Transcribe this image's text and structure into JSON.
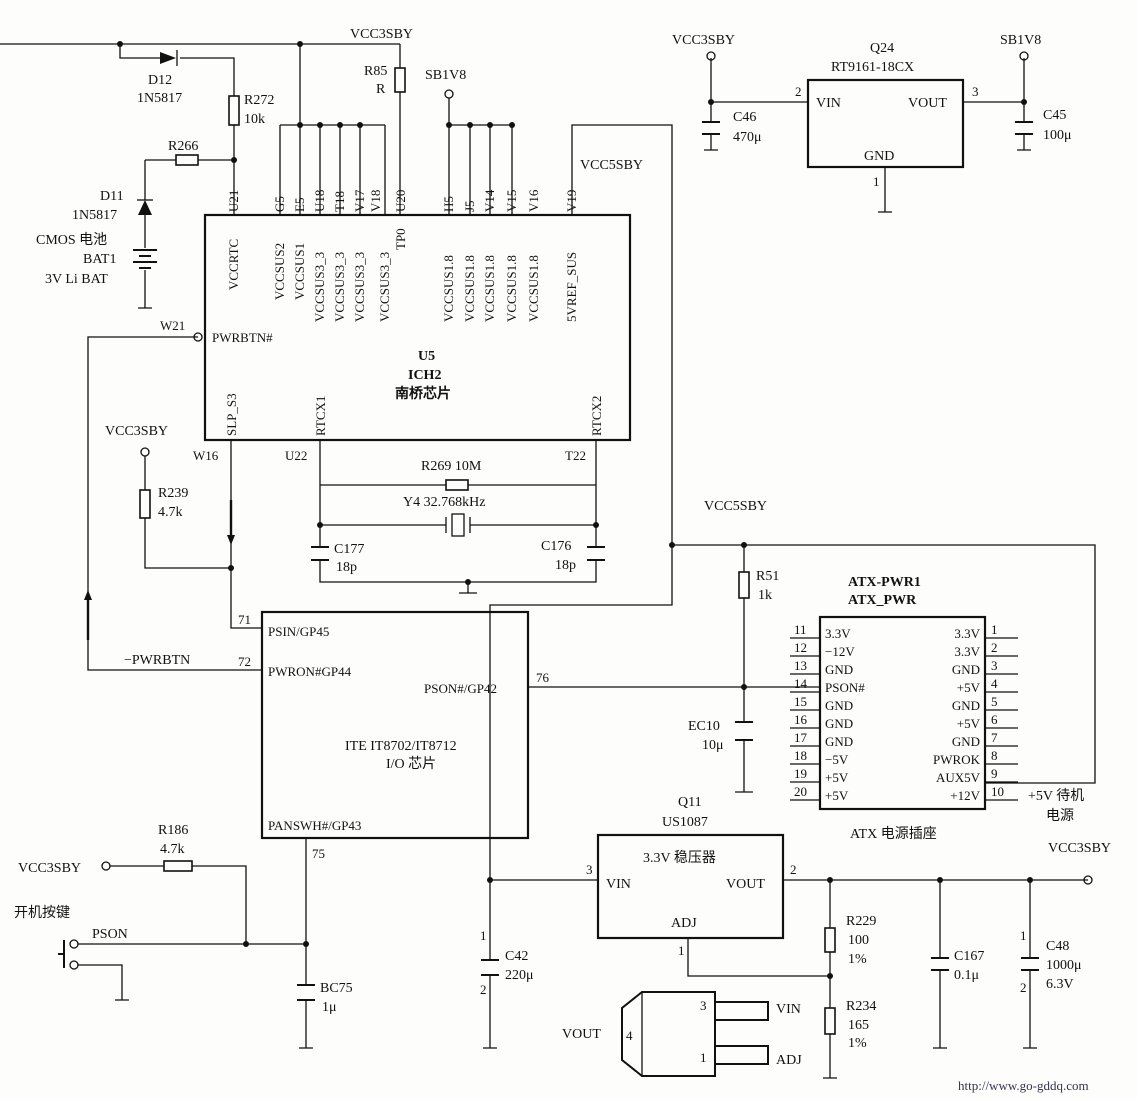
{
  "labels": {
    "vcc3sby": "VCC3SBY",
    "sb1v8": "SB1V8",
    "vcc5sby": "VCC5SBY",
    "d12": "D12",
    "d12_type": "1N5817",
    "d11": "D11",
    "d11_type": "1N5817",
    "r272": "R272",
    "r272_val": "10k",
    "r266": "R266",
    "r85": "R85",
    "r85_val": "R",
    "cmos_bat": "CMOS 电池",
    "bat1": "BAT1",
    "bat_type": "3V Li BAT",
    "c46": "C46",
    "c46_val": "470μ",
    "c45": "C45",
    "c45_val": "100μ",
    "q24": "Q24",
    "q24_type": "RT9161-18CX",
    "vin": "VIN",
    "vout": "VOUT",
    "gnd": "GND",
    "adj": "ADJ",
    "u5": "U5",
    "ich2": "ICH2",
    "southbridge": "南桥芯片",
    "vccrtc": "VCCRTC",
    "vccsus2": "VCCSUS2",
    "vccsus1": "VCCSUS1",
    "vccsus3_3": "VCCSUS3_3",
    "tp0": "TP0",
    "vccsus1_8": "VCCSUS1.8",
    "vref_sus": "5VREF_SUS",
    "pwrbtn": "PWRBTN#",
    "slp_s3": "SLP_S3",
    "rtcx1": "RTCX1",
    "rtcx2": "RTCX2",
    "r269": "R269 10M",
    "y4": "Y4 32.768kHz",
    "c177": "C177",
    "c177_val": "18p",
    "c176": "C176",
    "c176_val": "18p",
    "r239": "R239",
    "r239_val": "4.7k",
    "r51": "R51",
    "r51_val": "1k",
    "ec10": "EC10",
    "ec10_val": "10μ",
    "psin": "PSIN/GP45",
    "pwron": "PWRON#GP44",
    "pson_gp": "PSON#/GP42",
    "panswh": "PANSWH#/GP43",
    "ite": "ITE IT8702/IT8712",
    "io_chip": "I/O 芯片",
    "neg_pwrbtn": "−PWRBTN",
    "atx1": "ATX-PWR1",
    "atx2": "ATX_PWR",
    "atx_socket": "ATX 电源插座",
    "standby1": "+5V 待机",
    "standby2": "电源",
    "q11": "Q11",
    "q11_type": "US1087",
    "reg33": "3.3V 稳压器",
    "r186": "R186",
    "r186_val": "4.7k",
    "power_btn": "开机按键",
    "pson": "PSON",
    "bc75": "BC75",
    "bc75_val": "1μ",
    "c42": "C42",
    "c42_val": "220μ",
    "r229": "R229",
    "r229_val": "100",
    "r229_tol": "1%",
    "r234": "R234",
    "r234_val": "165",
    "r234_tol": "1%",
    "c167": "C167",
    "c167_val": "0.1μ",
    "c48": "C48",
    "c48_val": "1000μ",
    "c48_volt": "6.3V",
    "url": "http://www.go-gddq.com"
  },
  "pins": {
    "u21": "U21",
    "g5": "G5",
    "e5": "E5",
    "u18": "U18",
    "t18": "T18",
    "v17": "V17",
    "v18": "V18",
    "u20": "U20",
    "h5": "H5",
    "j5": "J5",
    "v14": "V14",
    "v15": "V15",
    "v16": "V16",
    "v19": "V19",
    "w21": "W21",
    "w16": "W16",
    "u22": "U22",
    "t22": "T22",
    "p71": "71",
    "p72": "72",
    "p76": "76",
    "p75": "75",
    "q24_in": "2",
    "q24_out": "3",
    "q24_gnd": "1",
    "q11_in": "3",
    "q11_out": "2",
    "q11_adj": "1",
    "pkg3": "3",
    "pkg4": "4",
    "pkg1": "1",
    "one": "1",
    "two": "2"
  },
  "atx": {
    "left": [
      {
        "num": "11",
        "name": "3.3V"
      },
      {
        "num": "12",
        "name": "−12V"
      },
      {
        "num": "13",
        "name": "GND"
      },
      {
        "num": "14",
        "name": "PSON#"
      },
      {
        "num": "15",
        "name": "GND"
      },
      {
        "num": "16",
        "name": "GND"
      },
      {
        "num": "17",
        "name": "GND"
      },
      {
        "num": "18",
        "name": "−5V"
      },
      {
        "num": "19",
        "name": "+5V"
      },
      {
        "num": "20",
        "name": "+5V"
      }
    ],
    "right": [
      {
        "num": "1",
        "name": "3.3V"
      },
      {
        "num": "2",
        "name": "3.3V"
      },
      {
        "num": "3",
        "name": "GND"
      },
      {
        "num": "4",
        "name": "+5V"
      },
      {
        "num": "5",
        "name": "GND"
      },
      {
        "num": "6",
        "name": "+5V"
      },
      {
        "num": "7",
        "name": "GND"
      },
      {
        "num": "8",
        "name": "PWROK"
      },
      {
        "num": "9",
        "name": "AUX5V"
      },
      {
        "num": "10",
        "name": "+12V"
      }
    ]
  }
}
